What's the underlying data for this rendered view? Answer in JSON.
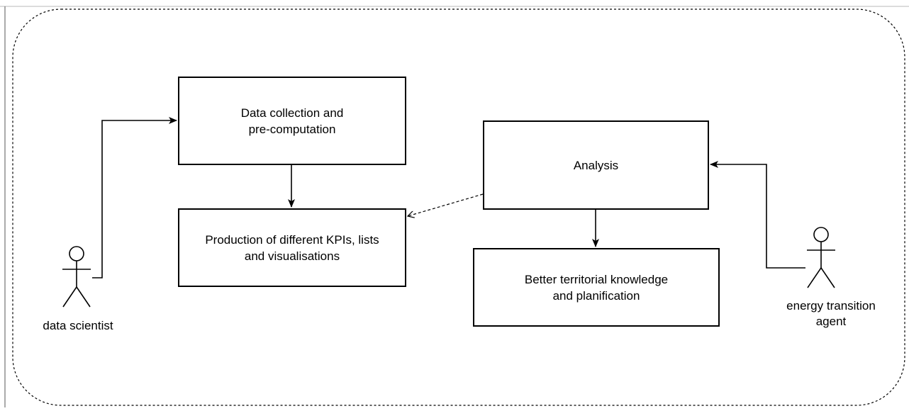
{
  "diagram": {
    "boxes": {
      "data_collection": "Data collection and\npre-computation",
      "production": "Production of different KPIs, lists\nand visualisations",
      "analysis": "Analysis",
      "better_knowledge": "Better territorial knowledge\nand planification"
    },
    "actors": {
      "data_scientist": "data scientist",
      "energy_agent": "energy transition\nagent"
    },
    "icons": {
      "actor": "stick-figure-icon",
      "arrow": "arrow-icon"
    },
    "colors": {
      "stroke": "#000000",
      "background": "#ffffff"
    }
  }
}
